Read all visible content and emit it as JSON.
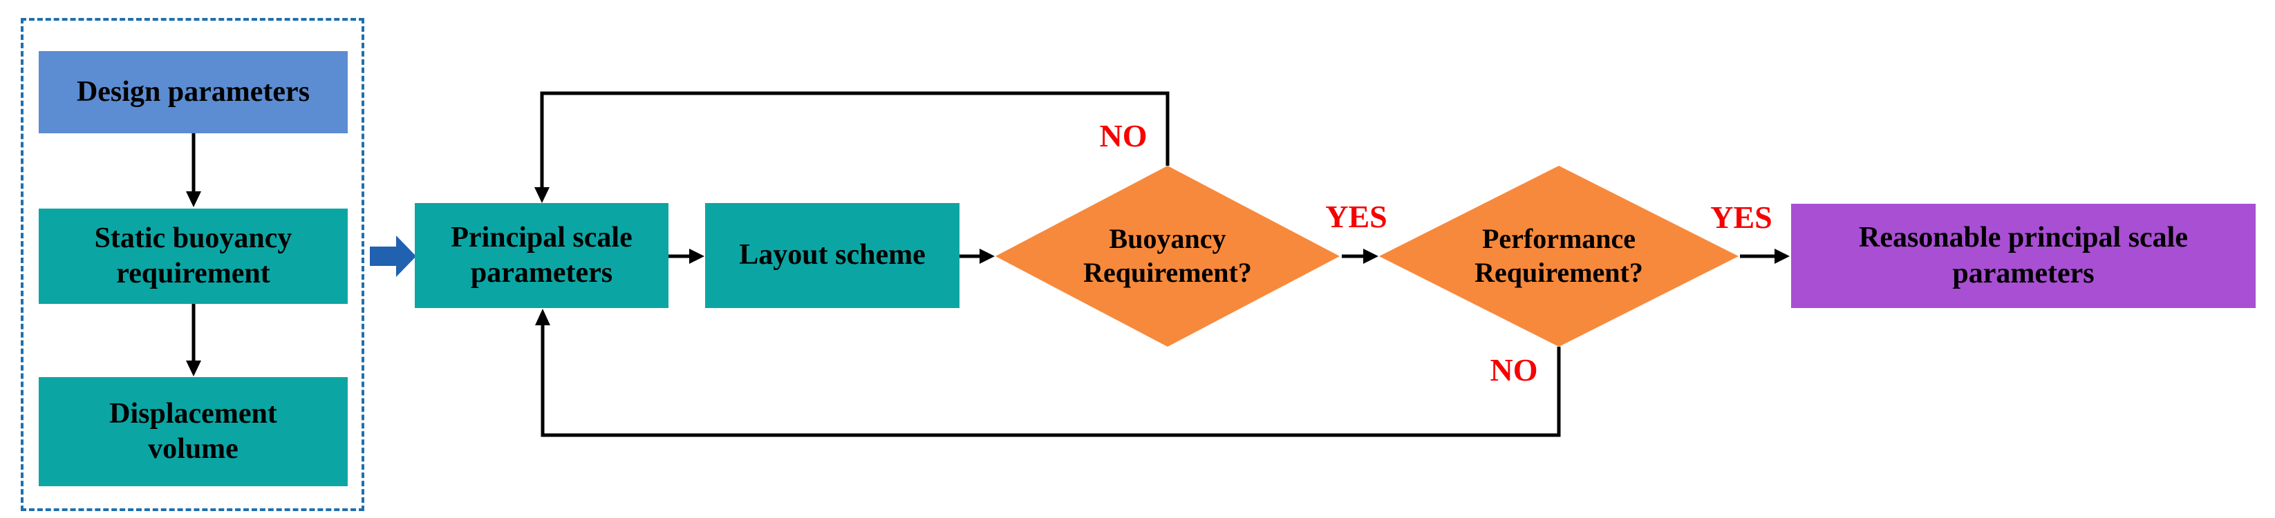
{
  "figure": {
    "type": "flowchart",
    "background": "#ffffff"
  },
  "colors": {
    "input_box_blue": "#5C8CD1",
    "process_teal": "#0BA6A4",
    "decision_orange": "#F7893C",
    "result_purple": "#A94FD3",
    "group_border_blue": "#1E6FAE",
    "feed_arrow_blue": "#2061B0",
    "edge_label_red": "#F70000",
    "connector_black": "#000000",
    "node_text": "#000000"
  },
  "nodes": {
    "design_parameters": {
      "label": "Design parameters"
    },
    "static_buoyancy": {
      "label": "Static buoyancy\nrequirement"
    },
    "displacement_volume": {
      "label": "Displacement\nvolume"
    },
    "principal_scale": {
      "label": "Principal scale\nparameters"
    },
    "layout_scheme": {
      "label": "Layout scheme"
    },
    "buoyancy_requirement": {
      "label": "Buoyancy\nRequirement?"
    },
    "performance_requirement": {
      "label": "Performance\nRequirement?"
    },
    "reasonable_principal_scale": {
      "label": "Reasonable principal scale\nparameters"
    }
  },
  "edge_labels": {
    "buoyancy_no": "NO",
    "buoyancy_yes": "YES",
    "performance_no": "NO",
    "performance_yes": "YES"
  }
}
